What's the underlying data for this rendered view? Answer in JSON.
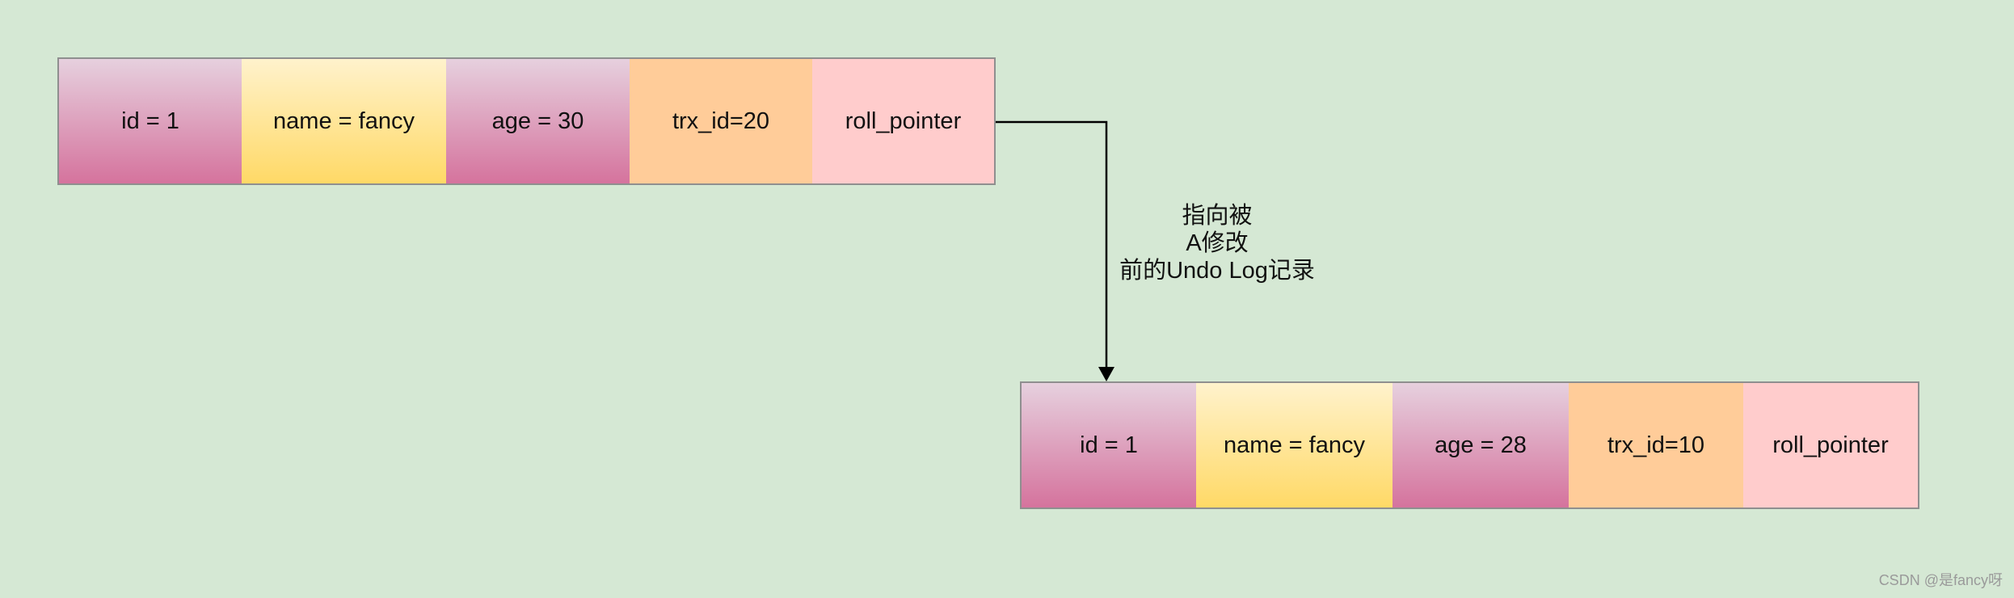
{
  "records": [
    {
      "fields": [
        "id = 1",
        "name = fancy",
        "age = 30",
        "trx_id=20",
        "roll_pointer"
      ]
    },
    {
      "fields": [
        "id = 1",
        "name = fancy",
        "age = 28",
        "trx_id=10",
        "roll_pointer"
      ]
    }
  ],
  "edge_label": {
    "line1": "指向被",
    "line2": "A修改",
    "line3": "前的Undo Log记录"
  },
  "watermark": "CSDN @是fancy呀",
  "colors": {
    "background": "#d5e8d4",
    "pink_top": "#e6d0de",
    "pink_bottom": "#d5739d",
    "yellow_top": "#fff2cc",
    "yellow_bottom": "#ffd966",
    "peach": "#ffcc99",
    "rose": "#ffcccc"
  }
}
